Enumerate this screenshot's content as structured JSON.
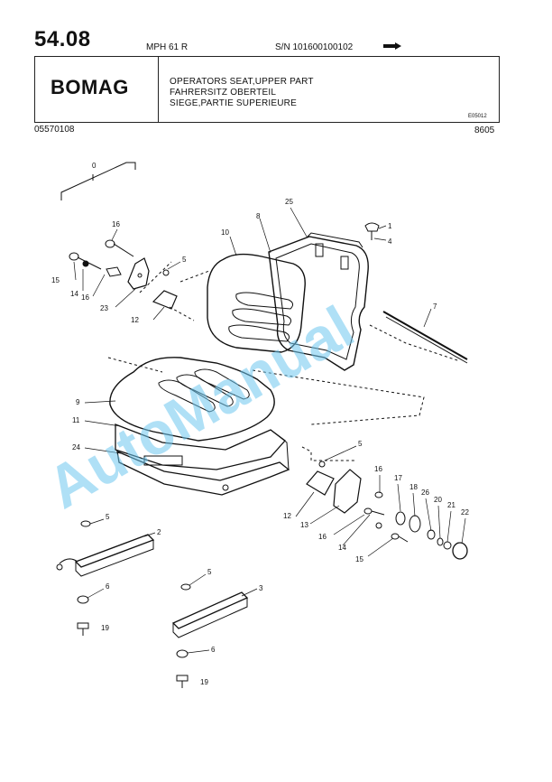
{
  "header": {
    "page_number": "54.08",
    "model": "MPH 61 R",
    "serial": "S/N 101600100102",
    "brand": "BOMAG",
    "titles": [
      "OPERATORS SEAT,UPPER PART",
      "FAHRERSITZ OBERTEIL",
      "SIEGE,PARTIE SUPERIEURE"
    ],
    "drawing_id": "E05012",
    "part_number": "05570108",
    "date_code": "8605"
  },
  "callouts": {
    "c0": "0",
    "c1": "1",
    "c2": "2",
    "c3": "3",
    "c4": "4",
    "c5a": "5",
    "c5b": "5",
    "c5c": "5",
    "c5d": "5",
    "c6a": "6",
    "c6b": "6",
    "c7": "7",
    "c8": "8",
    "c9": "9",
    "c10": "10",
    "c11": "11",
    "c12a": "12",
    "c12b": "12",
    "c13": "13",
    "c14a": "14",
    "c14b": "14",
    "c15a": "15",
    "c15b": "15",
    "c16a": "16",
    "c16b": "16",
    "c16c": "16",
    "c16d": "16",
    "c17": "17",
    "c18": "18",
    "c19a": "19",
    "c19b": "19",
    "c20": "20",
    "c21": "21",
    "c22": "22",
    "c23": "23",
    "c24": "24",
    "c25": "25",
    "c26": "26"
  },
  "watermark": "AutoManual",
  "icons": {
    "serial_arrow": "arrow-right-icon"
  }
}
